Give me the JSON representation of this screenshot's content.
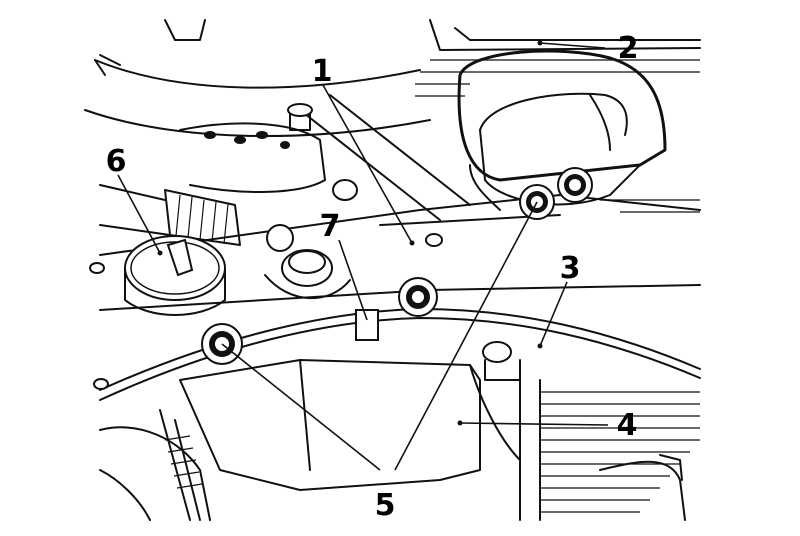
{
  "diagram": {
    "callouts": [
      {
        "id": "1",
        "label": "1"
      },
      {
        "id": "2",
        "label": "2"
      },
      {
        "id": "3",
        "label": "3"
      },
      {
        "id": "4",
        "label": "4"
      },
      {
        "id": "5",
        "label": "5"
      },
      {
        "id": "6",
        "label": "6"
      },
      {
        "id": "7",
        "label": "7"
      }
    ],
    "colors": {
      "ink": "#111111",
      "paper": "#ffffff"
    }
  }
}
